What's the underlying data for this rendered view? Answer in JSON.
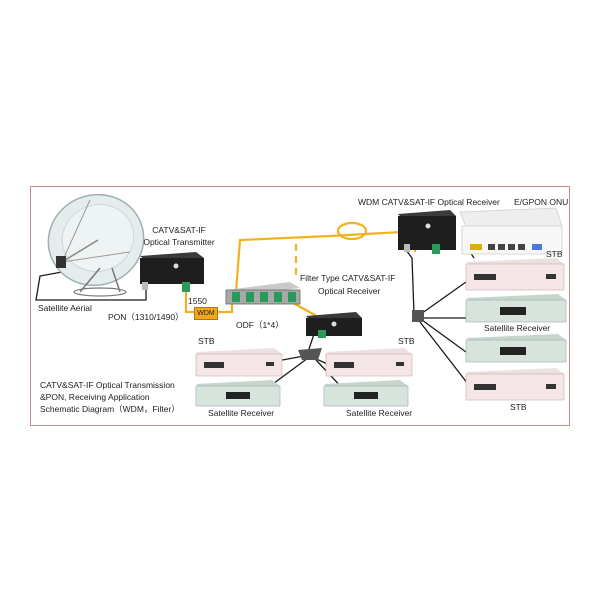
{
  "labels": {
    "satellite_aerial": "Satellite Aerial",
    "transmitter_line1": "CATV&SAT-IF",
    "transmitter_line2": "Optical Transmitter",
    "wavelength_1550": "1550",
    "pon": "PON（1310/1490）",
    "wdm": "WDM",
    "odf": "ODF（1*4）",
    "filter_rx_line1": "Filter Type CATV&SAT-IF",
    "filter_rx_line2": "Optical Receiver",
    "wdm_rx": "WDM CATV&SAT-IF Optical Receiver",
    "onu": "E/GPON ONU",
    "stb": "STB",
    "satellite_receiver": "Satellite Receiver",
    "caption_line1": "CATV&SAT-IF Optical Transmission",
    "caption_line2": "&PON, Receiving Application",
    "caption_line3": "Schematic Diagram（WDM，Filter）"
  },
  "colors": {
    "fiber": "#f2b21e",
    "coax": "#1a1a1a",
    "border": "#c98a8a",
    "stb_body": "#f4e6e6",
    "receiver_body": "#d6e4dc",
    "device_dark": "#1e1e1e"
  }
}
